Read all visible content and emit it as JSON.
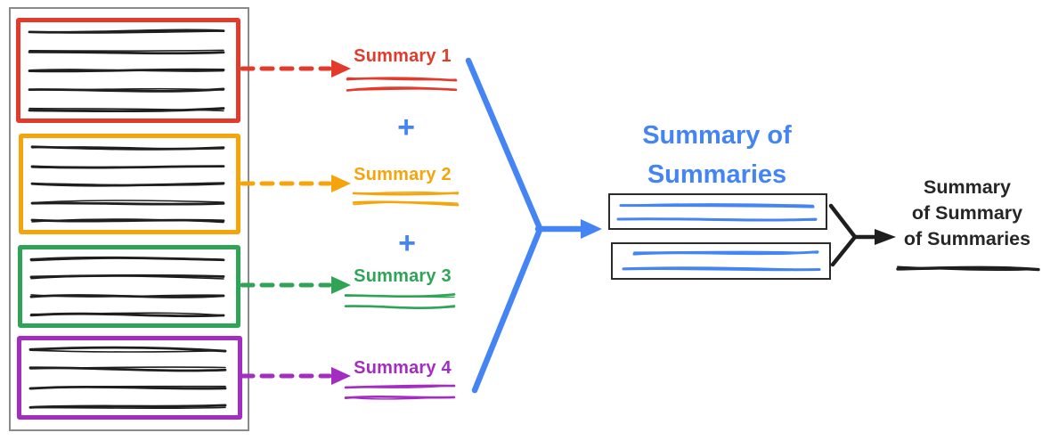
{
  "palette": {
    "red": "#E23B2C",
    "orange": "#F5A40B",
    "green": "#2FA456",
    "purple": "#A32DC1",
    "blue": "#4484F3",
    "ink": "#1E1E1E",
    "frame_gray": "#8A8A8A",
    "box_border_dark": "#2B2B2B"
  },
  "docs": [
    {
      "color_key": "red",
      "line_count": 5,
      "summary_label": "Summary 1",
      "summary_scribble_lines": 2
    },
    {
      "color_key": "orange",
      "line_count": 5,
      "summary_label": "Summary 2",
      "summary_scribble_lines": 2
    },
    {
      "color_key": "green",
      "line_count": 4,
      "summary_label": "Summary 3",
      "summary_scribble_lines": 2
    },
    {
      "color_key": "purple",
      "line_count": 4,
      "summary_label": "Summary 4",
      "summary_scribble_lines": 2
    }
  ],
  "plus_sign": "+",
  "merge": {
    "title_lines": [
      "Summary of",
      "Summaries"
    ],
    "box_count": 2,
    "scribble_lines_per_box": 2
  },
  "final": {
    "label_lines": [
      "Summary",
      "of Summary",
      "of Summaries"
    ],
    "has_underline_scribble": true
  }
}
